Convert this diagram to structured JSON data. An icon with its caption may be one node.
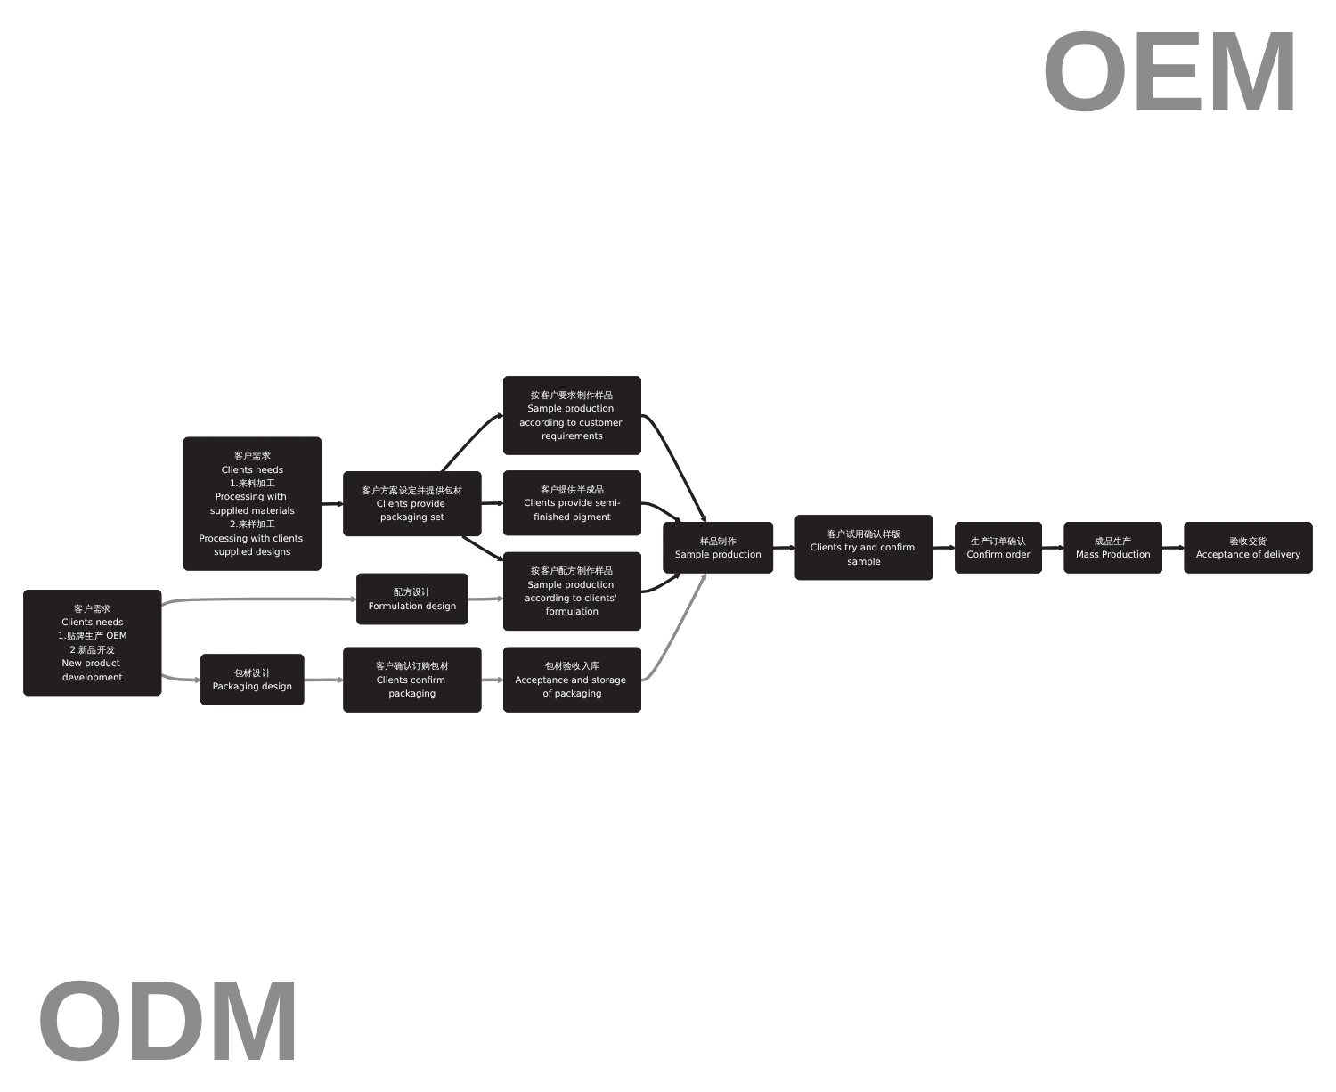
{
  "diagram": {
    "nodes": [
      {
        "text": [
          "客户需求",
          "Clients needs",
          "1.来料加工",
          "Processing with supplied materials",
          "2.来样加工",
          "Processing with clients supplied designs"
        ]
      },
      {
        "text": [
          "客户方案设定并提供包材",
          "Clients provide packaging set"
        ]
      },
      {
        "text": [
          "按客户要求制作样品",
          "Sample production according to customer requirements"
        ]
      },
      {
        "text": [
          "客户提供半成品",
          "Clients provide semi-finished pigment"
        ]
      },
      {
        "text": [
          "按客户配方制作样品",
          "Sample production according to clients' formulation"
        ]
      },
      {
        "text": [
          "样品制作",
          "Sample production"
        ]
      },
      {
        "text": [
          "客户试用确认样版",
          "Clients try and confirm sample"
        ]
      },
      {
        "text": [
          "生产订单确认",
          "Confirm order"
        ]
      },
      {
        "text": [
          "成品生产",
          "Mass Production"
        ]
      },
      {
        "text": [
          "验收交货",
          "Acceptance of delivery"
        ]
      },
      {
        "text": [
          "客户需求",
          "Clients needs",
          "1.贴牌生产 OEM",
          "2.新品开发",
          "New product development"
        ]
      },
      {
        "text": [
          "配方设计",
          "Formulation design"
        ]
      },
      {
        "text": [
          "包材设计",
          "Packaging design"
        ]
      },
      {
        "text": [
          "客户确认订购包材",
          "Clients confirm packaging"
        ]
      },
      {
        "text": [
          "包材验收入库",
          "Acceptance and storage of packaging"
        ]
      }
    ],
    "edges": [
      {
        "from": 0,
        "to": 1,
        "arrow": "to"
      },
      {
        "from": 1,
        "to": 2,
        "arrow": "to"
      },
      {
        "from": 1,
        "to": 3,
        "arrow": "to"
      },
      {
        "from": 1,
        "to": 4,
        "arrow": "to"
      },
      {
        "from": 2,
        "to": 5,
        "arrow": "to"
      },
      {
        "from": 3,
        "to": 5,
        "arrow": "to"
      },
      {
        "from": 4,
        "to": 5,
        "arrow": "to"
      },
      {
        "from": 5,
        "to": 6,
        "arrow": "to"
      },
      {
        "from": 6,
        "to": 7,
        "arrow": "to"
      },
      {
        "from": 7,
        "to": 8,
        "arrow": "to"
      },
      {
        "from": 8,
        "to": 9,
        "arrow": "to"
      },
      {
        "from": 10,
        "to": 11,
        "arrow": "to",
        "color": "#8c8c8c"
      },
      {
        "from": 10,
        "to": 12,
        "arrow": "to",
        "color": "#8c8c8c"
      },
      {
        "from": 11,
        "to": 4,
        "arrow": "to",
        "color": "#8c8c8c"
      },
      {
        "from": 12,
        "to": 13,
        "arrow": "to",
        "color": "#8c8c8c"
      },
      {
        "from": 13,
        "to": 14,
        "arrow": "to",
        "color": "#8c8c8c"
      },
      {
        "from": 14,
        "to": 5,
        "arrow": "to",
        "color": "#8c8c8c"
      }
    ],
    "labels": [
      "OEM",
      "ODM"
    ]
  }
}
